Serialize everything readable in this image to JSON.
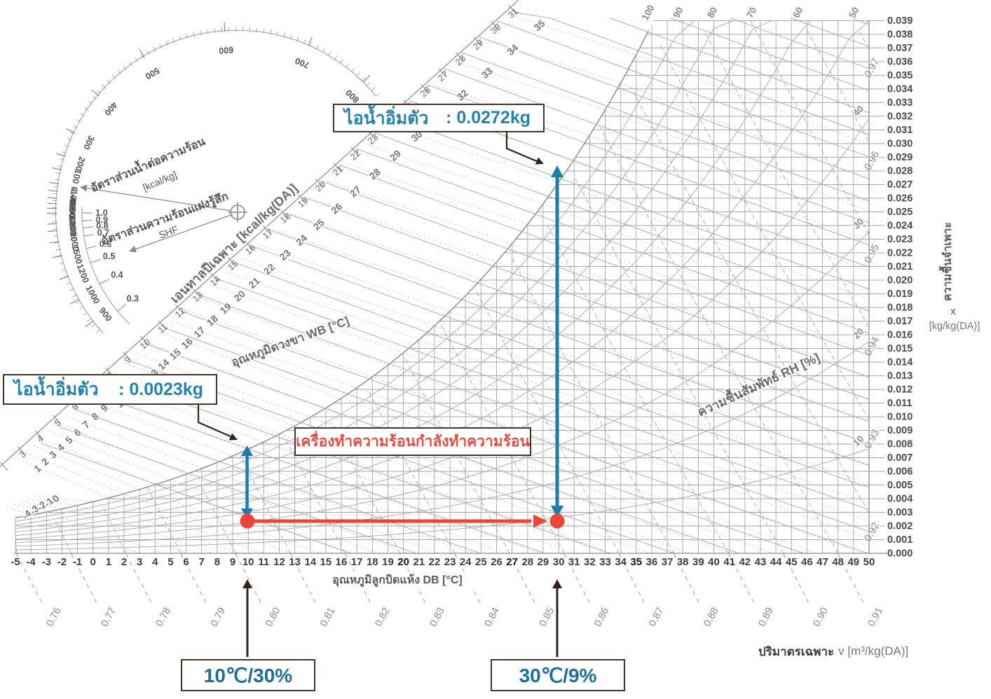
{
  "colors": {
    "accent_blue": "#1d7ca8",
    "accent_red": "#ee4438",
    "arrow_dark": "#32231a",
    "grid_gray": "#a6a6a6",
    "axis_gray": "#8c8c8c",
    "text_gray": "#3f3f3f"
  },
  "chart_data": {
    "type": "psychrometric",
    "x_axis": {
      "label": "อุณหภูมิลูกบิดแห้ง DB [°C]",
      "min": -5,
      "max": 50,
      "step": 1,
      "highlighted_ticks": [
        20,
        27,
        35
      ]
    },
    "y_axis": {
      "label": "ความชื้นจำเพาะ",
      "symbol": "x",
      "unit": "[kg/kg(DA)]",
      "min": 0.0,
      "max": 0.039,
      "step": 0.001
    },
    "enthalpy_axis": {
      "label": "เอนทาลปีเฉพาะ [kcal/kg(DA)]",
      "tick_min": 3,
      "tick_max": 31
    },
    "wet_bulb_axis": {
      "label": "อุณหภูมิดวงขา WB [°C]",
      "tick_min": -4,
      "tick_max": 35
    },
    "rh_curves": {
      "label": "ความชื้นสัมพัทธ์ RH [%]",
      "values": [
        10,
        20,
        30,
        40,
        50,
        60,
        70,
        80,
        90,
        100
      ]
    },
    "volume_lines": {
      "label_bold": "ปริมาตรเฉพาะ",
      "label_rest": "v [m³/kg(DA)]",
      "min": 0.76,
      "max": 0.97,
      "step": 0.01
    },
    "protractor": {
      "water_heat_scale": {
        "label": "อัตราส่วนน้ำต่อความร้อน",
        "unit": "[kcal/kg]",
        "values": [
          800,
          700,
          600,
          500,
          400,
          300,
          200,
          100,
          0,
          -100,
          -400,
          -1000,
          -2000,
          -5000,
          5000,
          3000,
          2000,
          1500,
          1200,
          1000,
          900
        ]
      },
      "shf_scale": {
        "label": "อัตราส่วนความร้อนแฝงรู้สึก",
        "sublabel": "SHF",
        "values": [
          "1.0",
          "0.9",
          "0.8",
          "0.7",
          "0.6",
          "0.5",
          "0.4",
          "0.3"
        ]
      }
    },
    "points": [
      {
        "label": "10℃/30%",
        "db_c": 10,
        "rh_pct": 30,
        "humidity_ratio": 0.0023
      },
      {
        "label": "30℃/9%",
        "db_c": 30,
        "rh_pct": 9,
        "humidity_ratio": 0.0023
      }
    ],
    "annotations": {
      "saturation_low": {
        "text": "ไอน้ำอิ่มตัว",
        "value": ": 0.0023kg"
      },
      "saturation_high": {
        "text": "ไอน้ำอิ่มตัว",
        "value": ": 0.0272kg"
      },
      "process": "เครื่องทำความร้อนกำลังทำความร้อน"
    }
  }
}
